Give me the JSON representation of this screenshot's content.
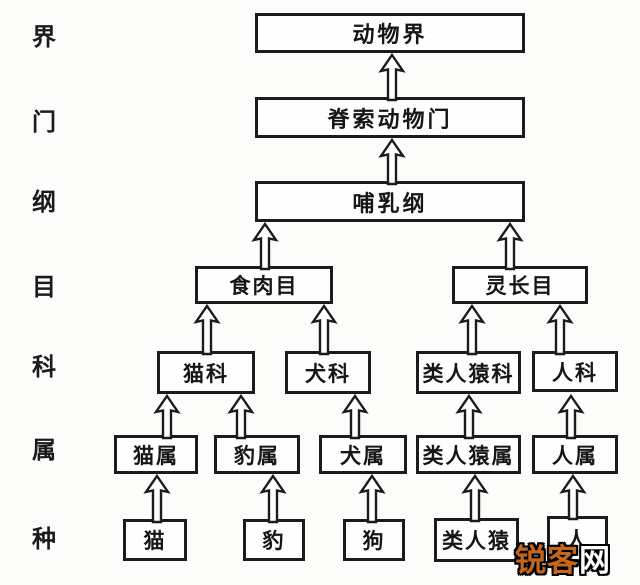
{
  "ranks": [
    {
      "label": "界"
    },
    {
      "label": "门"
    },
    {
      "label": "纲"
    },
    {
      "label": "目"
    },
    {
      "label": "科"
    },
    {
      "label": "属"
    },
    {
      "label": "种"
    }
  ],
  "nodes": {
    "kingdom": {
      "label": "动物界"
    },
    "phylum": {
      "label": "脊索动物门"
    },
    "class": {
      "label": "哺乳纲"
    },
    "order_carnivora": {
      "label": "食肉目"
    },
    "order_primates": {
      "label": "灵长目"
    },
    "family_felidae": {
      "label": "猫科"
    },
    "family_canidae": {
      "label": "犬科"
    },
    "family_apes": {
      "label": "类人猿科"
    },
    "family_hominidae": {
      "label": "人科"
    },
    "genus_cat": {
      "label": "猫属"
    },
    "genus_leopard": {
      "label": "豹属"
    },
    "genus_dog": {
      "label": "犬属"
    },
    "genus_ape": {
      "label": "类人猿属"
    },
    "genus_human": {
      "label": "人属"
    },
    "species_cat": {
      "label": "猫"
    },
    "species_leopard": {
      "label": "豹"
    },
    "species_dog": {
      "label": "狗"
    },
    "species_ape": {
      "label": "类人猿"
    },
    "species_human": {
      "label": "人"
    }
  },
  "watermark": {
    "part1": "锐客",
    "part2": "网",
    "color_primary": "#c4661c",
    "color_secondary": "#ffffff",
    "outline_color": "#000000"
  }
}
